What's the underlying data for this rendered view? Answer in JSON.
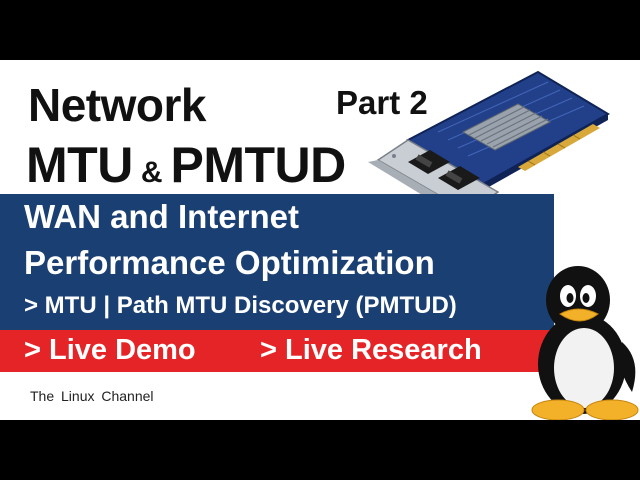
{
  "title": {
    "line1": "Network",
    "part": "Part 2",
    "mtu": "MTU",
    "amp": "&",
    "pmtud": "PMTUD"
  },
  "banner": {
    "line1": "WAN and Internet",
    "line2": "Performance Optimization",
    "subtitle": "> MTU | Path MTU Discovery (PMTUD)"
  },
  "live": {
    "demo": "> Live Demo",
    "research": "> Live Research"
  },
  "channel": "The Linux Channel",
  "icons": {
    "card": "network-card-icon",
    "mascot": "tux-penguin-icon"
  },
  "colors": {
    "banner_blue": "#1a3f72",
    "live_red": "#e52427",
    "background": "#ffffff"
  }
}
